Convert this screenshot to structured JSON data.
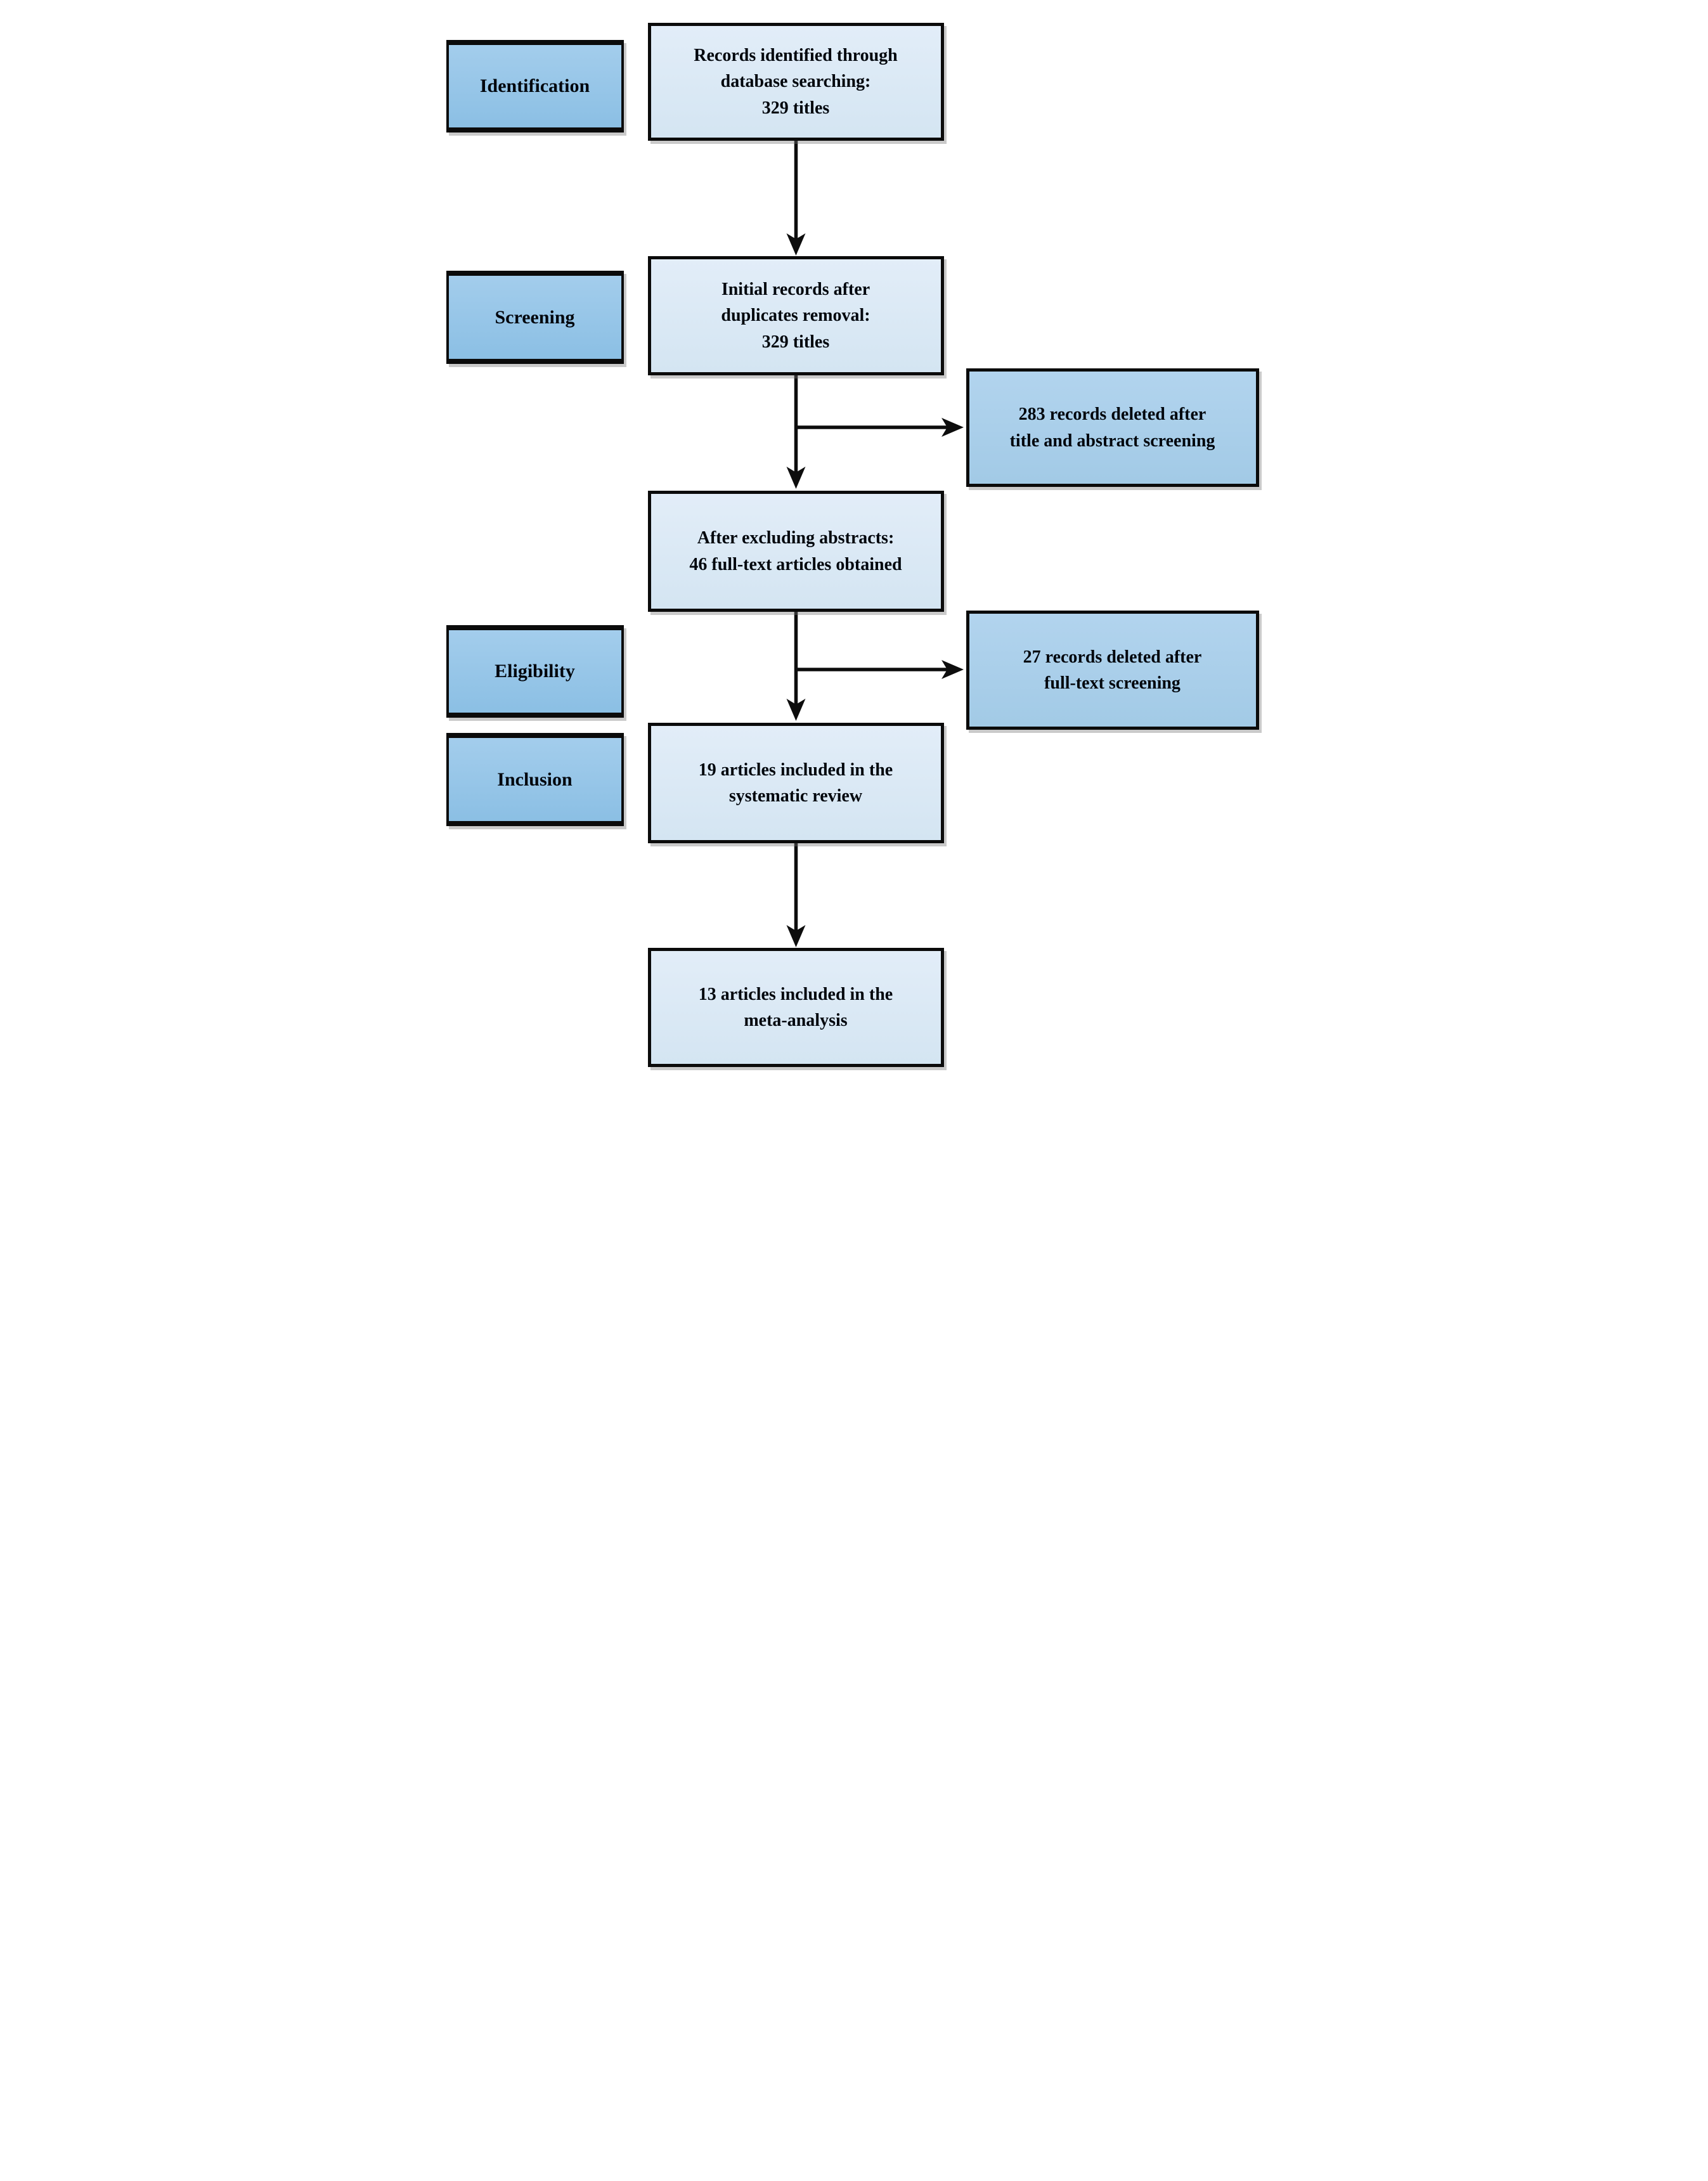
{
  "diagram": {
    "kind": "prisma-flowchart",
    "colors": {
      "background": "#ffffff",
      "border": "#0b0b0b",
      "arrow": "#0d0d0d",
      "text": "#01060d",
      "stage_fill_top": "#a3cdec",
      "stage_fill_bottom": "#8bbfe4",
      "flow_fill_top": "#e2edf8",
      "flow_fill_bottom": "#d4e5f2",
      "exclusion_fill_top": "#b2d4ee",
      "exclusion_fill_bottom": "#a2cae6"
    },
    "stages": [
      {
        "label": "Identification"
      },
      {
        "label": "Screening"
      },
      {
        "label": "Eligibility"
      },
      {
        "label": "Inclusion"
      }
    ],
    "flow": [
      {
        "count": 329,
        "lines": [
          "Records identified through",
          "database searching:",
          "329 titles"
        ]
      },
      {
        "count": 329,
        "lines": [
          "Initial records after",
          "duplicates removal:",
          "329 titles"
        ]
      },
      {
        "count": 46,
        "lines": [
          "After excluding abstracts:",
          "46 full-text articles obtained"
        ]
      },
      {
        "count": 19,
        "lines": [
          "19 articles included in the",
          "systematic review"
        ]
      },
      {
        "count": 13,
        "lines": [
          "13 articles included in the",
          "meta-analysis"
        ]
      }
    ],
    "exclusions": [
      {
        "count": 283,
        "lines": [
          "283 records deleted after",
          "title and abstract screening"
        ]
      },
      {
        "count": 27,
        "lines": [
          "27 records deleted after",
          "full-text screening"
        ]
      }
    ]
  }
}
